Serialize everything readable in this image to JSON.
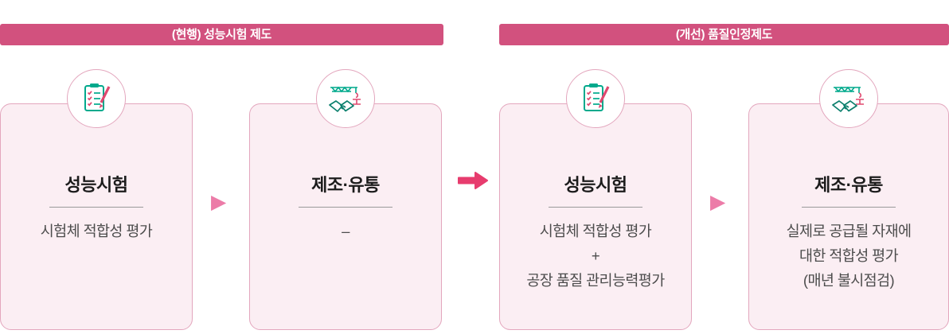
{
  "colors": {
    "header_bg": "#d2517e",
    "card_bg": "#fbeef3",
    "card_border": "#e3a6bd",
    "teal": "#00a98c",
    "dark_teal": "#0b7f6d",
    "accent": "#e0486f",
    "big_arrow": "#e73c6e",
    "small_arrow": "#ec7ca8",
    "title_text": "#1c1c1c",
    "body_text": "#4c4c4c"
  },
  "left_section": {
    "header": "(현행) 성능시험 제도",
    "cards": [
      {
        "icon": "checklist-icon",
        "title": "성능시험",
        "body": [
          "시험체 적합성 평가"
        ]
      },
      {
        "icon": "crane-handshake-icon",
        "title": "제조·유통",
        "body": [
          "–"
        ]
      }
    ]
  },
  "right_section": {
    "header": "(개선) 품질인정제도",
    "cards": [
      {
        "icon": "checklist-icon",
        "title": "성능시험",
        "body": [
          "시험체 적합성 평가",
          "+",
          "공장 품질 관리능력평가"
        ]
      },
      {
        "icon": "crane-handshake-icon",
        "title": "제조·유통",
        "body": [
          "실제로 공급될 자재에",
          "대한 적합성 평가",
          "(매년 불시점검)"
        ]
      }
    ]
  }
}
